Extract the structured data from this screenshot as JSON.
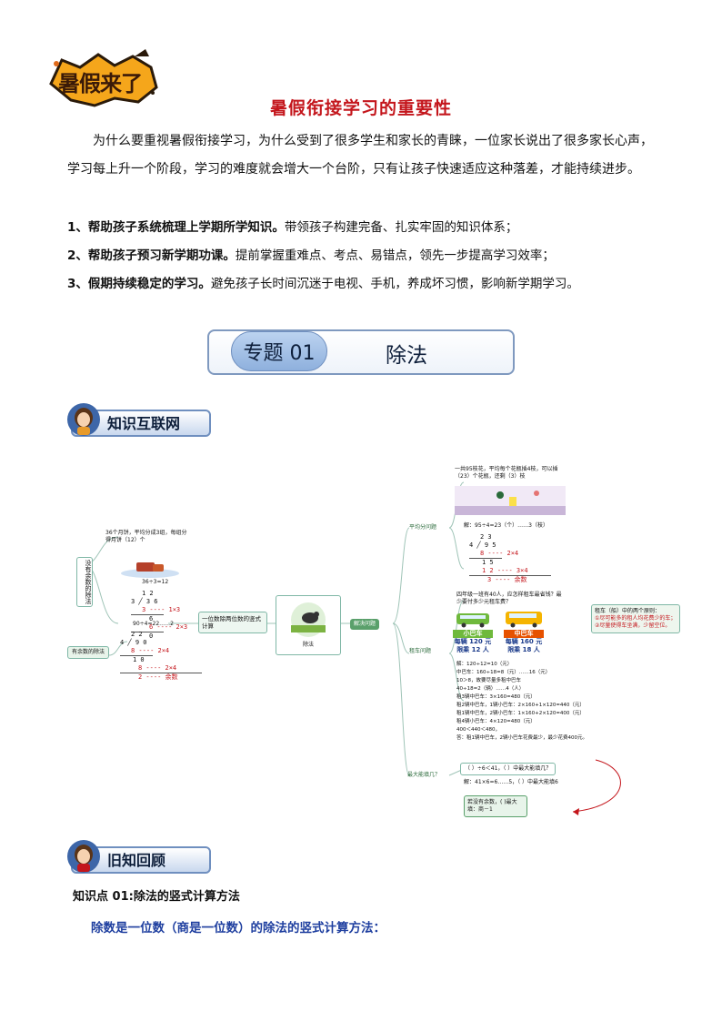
{
  "logo": {
    "text": "暑假来了"
  },
  "title": "暑假衔接学习的重要性",
  "intro": "为什么要重视暑假衔接学习，为什么受到了很多学生和家长的青睐，一位家长说出了很多家长心声，学习每上升一个阶段，学习的难度就会增大一个台阶，只有让孩子快速适应这种落差，才能持续进步。",
  "points": [
    {
      "lead": "1、帮助孩子系统梳理上学期所学知识。",
      "rest": "带领孩子构建完备、扎实牢固的知识体系；"
    },
    {
      "lead": "2、帮助孩子预习新学期功课。",
      "rest": "提前掌握重难点、考点、易错点，领先一步提高学习效率；"
    },
    {
      "lead": "3、假期持续稳定的学习。",
      "rest": "避免孩子长时间沉迷于电视、手机，养成坏习惯，影响新学期学习。"
    }
  ],
  "topic": {
    "label": "专题 01",
    "name": "除法"
  },
  "sections": {
    "network": "知识互联网",
    "review": "旧知回顾"
  },
  "mindmap": {
    "center": "除法",
    "left_mid": "一位数除两位数的竖式计算",
    "right_mid": "解决问题",
    "no_remainder": "没有余数的除法",
    "with_remainder": "有余数的除法",
    "q1_text": "36个月饼，平均分成3组，每组分得月饼（12）个",
    "q1_eq": "36÷3=12",
    "q1_calc": [
      "1 2",
      "3 ╱ 3 6",
      "3 ---- 1×3",
      "6",
      "6 ---- 2×3",
      "0"
    ],
    "q2_eq": "90÷4=22……2",
    "q2_calc": [
      "2 2",
      "4 ╱ 9 0",
      "8 ---- 2×4",
      "1 0",
      "8 ---- 2×4",
      "2 ---- 余数"
    ],
    "avg_label": "平均分问题",
    "avg_q": "一共95枝花，平均每个花瓶插4枝，可以插（23）个花瓶，还剩（3）枝",
    "avg_ans": "解：95÷4=23（个）……3（枝）",
    "avg_calc": [
      "2 3",
      "4 ╱ 9 5",
      "8 ---- 2×4",
      "1 5",
      "1 2 ---- 3×4",
      "3 ---- 余数"
    ],
    "rent_label": "租车问题",
    "rent_q": "四年级一班有40人，应怎样租车最省钱？最少要付多少元租车费？",
    "bus_small": {
      "name": "小巴车",
      "price": "每辆 120 元",
      "limit": "限乘 12 人"
    },
    "bus_mid": {
      "name": "中巴车",
      "price": "每辆 160 元",
      "limit": "限乘 18 人"
    },
    "rent_tip": [
      "租车（船）中的两个原则：",
      "①尽可能多的租人均花费少的车；",
      "②尽量使得车坐满，少留空位。"
    ],
    "rent_ans": [
      "解：120÷12=10（元）",
      "中巴车：160÷18=8（元）……16（元）",
      "10＞8，故要尽量多租中巴车",
      "40÷18=2（辆）……4（人）",
      "租3辆中巴车：3×160=480（元）",
      "租2辆中巴车，1辆小巴车：2×160+1×120=440（元）",
      "租1辆中巴车，2辆小巴车：1×160+2×120=400（元）",
      "租4辆小巴车：4×120=480（元）",
      "400＜440＜480，",
      "答：租1辆中巴车，2辆小巴车花费最少，最少花费400元。"
    ],
    "max_label": "最大能填几？",
    "max_q": "（ ）÷6＜41，（ ）中最大能填几？",
    "max_ans": "解：41×6=6……5，（ ）中最大能填6",
    "max_tip": "若没有余数，( )最大填：商－1"
  },
  "kp_title": "知识点 01:除法的竖式计算方法",
  "kp_desc": "除数是一位数（商是一位数）的除法的竖式计算方法："
}
